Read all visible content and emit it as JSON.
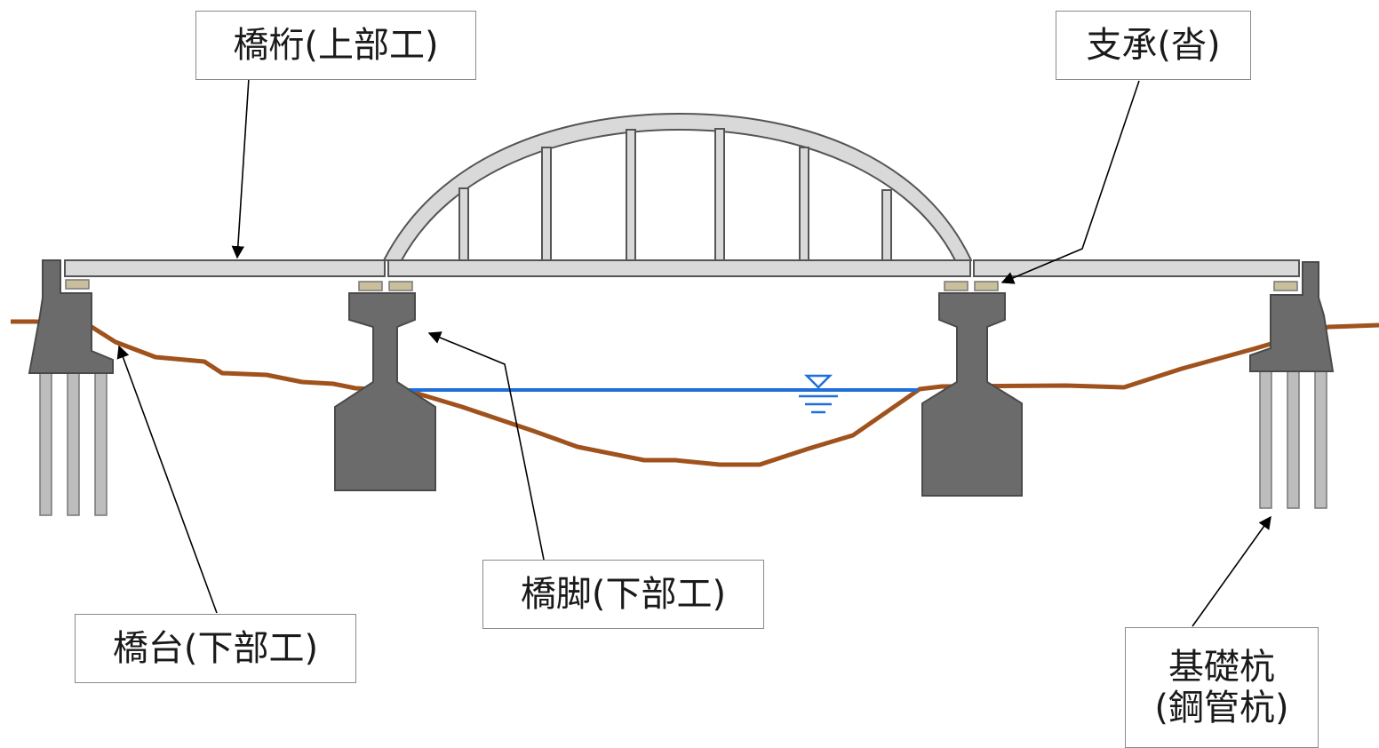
{
  "labels": {
    "girder": "橋桁(上部工)",
    "bearing": "支承(沓)",
    "pier": "橋脚(下部工)",
    "abutment": "橋台(下部工)",
    "pile_line1": "基礎杭",
    "pile_line2": "(鋼管杭)"
  },
  "colors": {
    "concrete": "#6b6b6b",
    "concrete_edge": "#4a4a4a",
    "girder_fill": "#d9d9d9",
    "girder_edge": "#555555",
    "pile_fill": "#bdbdbd",
    "bearing_fill": "#c9bf9d",
    "ground_line": "#a0521d",
    "water_line": "#1e6fd9",
    "leader_line": "#000000"
  }
}
